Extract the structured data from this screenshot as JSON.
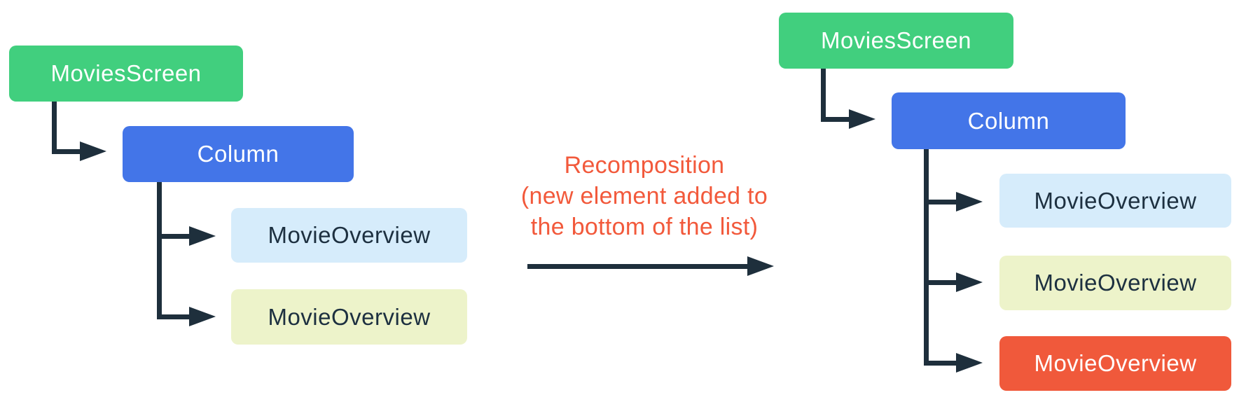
{
  "diagram": "recomposition-tree-comparison",
  "palette": {
    "node_green": "#41CF7E",
    "node_blue": "#4375E8",
    "node_light_blue": "#D6ECFB",
    "node_light_yellow": "#EDF3CA",
    "node_orange": "#F0593B",
    "connector_dark": "#1E2F3C",
    "annotation_red": "#F2593B",
    "text_on_dark": "#FFFFFF",
    "text_on_light": "#1D3040",
    "background": "#FFFFFF"
  },
  "left_tree": {
    "nodes": [
      {
        "id": "movies-screen",
        "label": "MoviesScreen",
        "color": "#41CF7E"
      },
      {
        "id": "column",
        "label": "Column",
        "color": "#4375E8"
      },
      {
        "id": "movie-overview-1",
        "label": "MovieOverview",
        "color": "#D6ECFB"
      },
      {
        "id": "movie-overview-2",
        "label": "MovieOverview",
        "color": "#EDF3CA"
      }
    ]
  },
  "annotation": {
    "lines": [
      "Recomposition",
      "(new element added to",
      "the bottom of the list)"
    ]
  },
  "right_tree": {
    "nodes": [
      {
        "id": "movies-screen",
        "label": "MoviesScreen",
        "color": "#41CF7E"
      },
      {
        "id": "column",
        "label": "Column",
        "color": "#4375E8"
      },
      {
        "id": "movie-overview-1",
        "label": "MovieOverview",
        "color": "#D6ECFB"
      },
      {
        "id": "movie-overview-2",
        "label": "MovieOverview",
        "color": "#EDF3CA"
      },
      {
        "id": "movie-overview-3-new",
        "label": "MovieOverview",
        "color": "#F0593B"
      }
    ]
  }
}
